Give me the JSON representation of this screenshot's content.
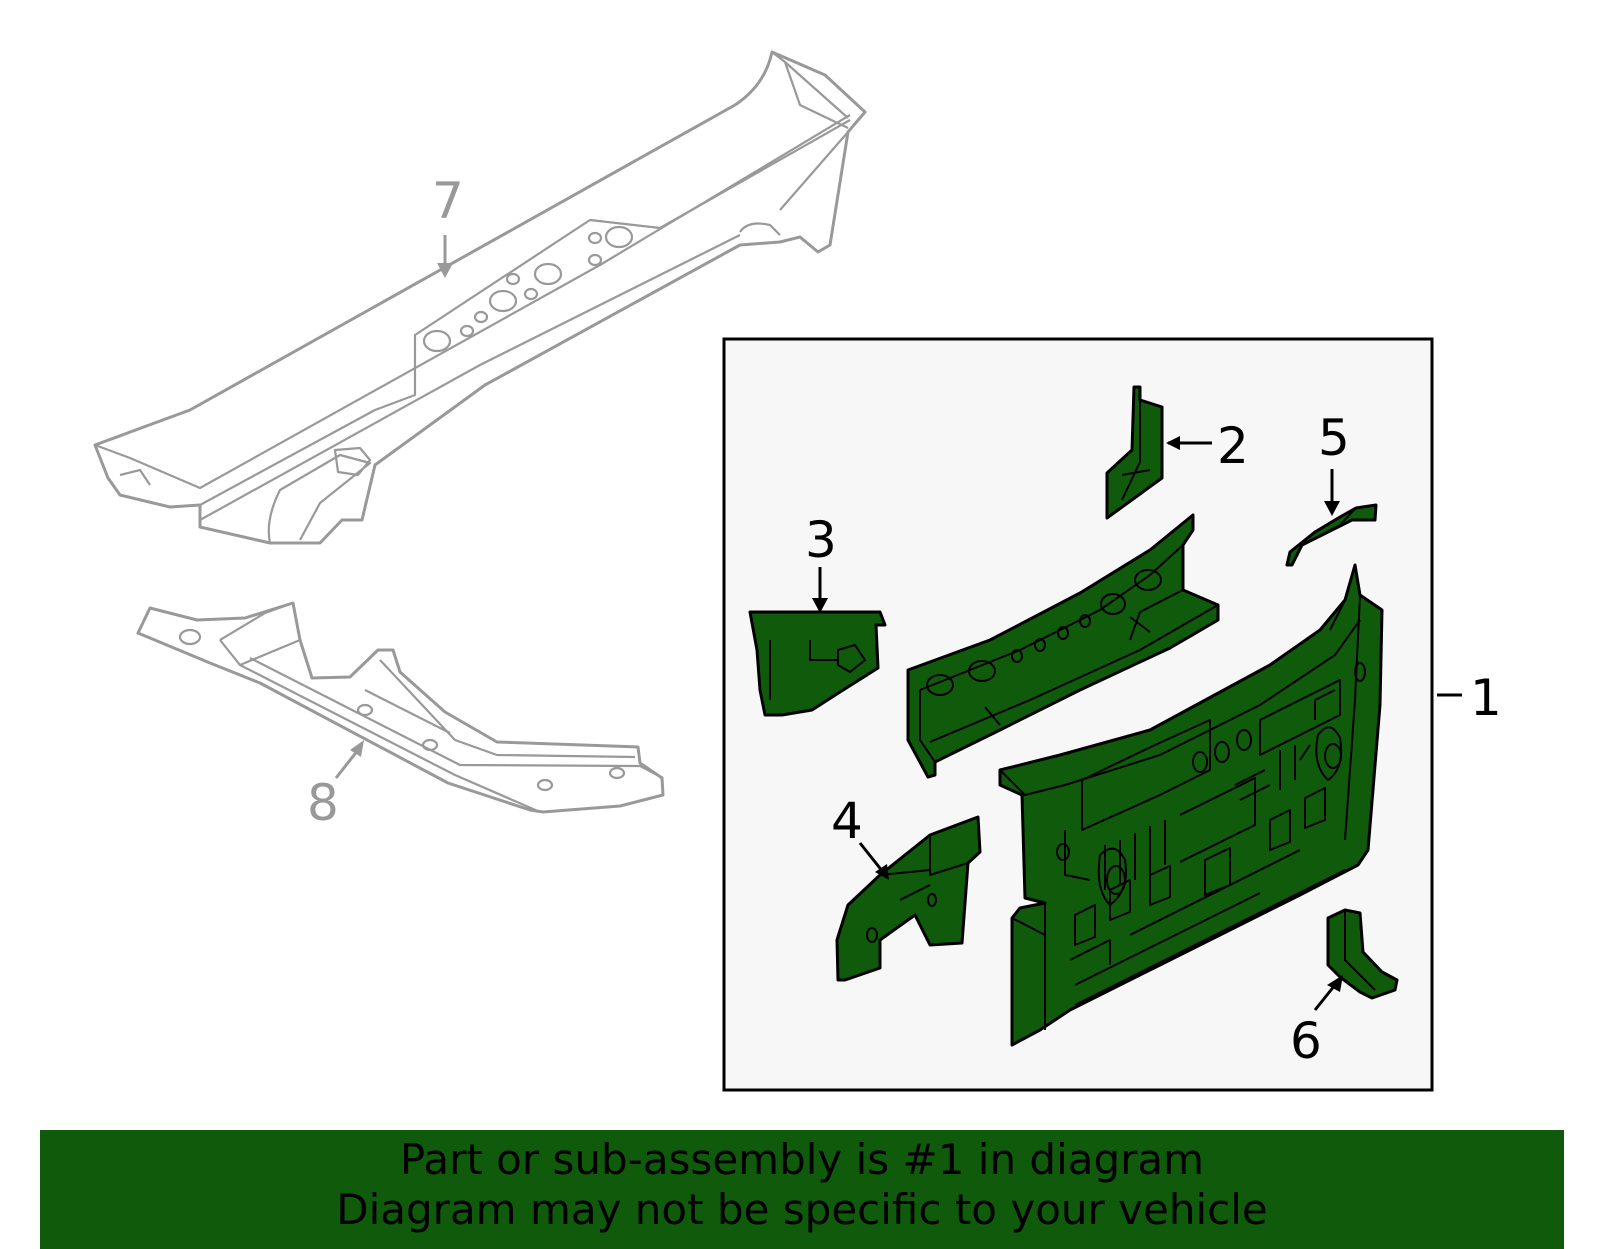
{
  "colors": {
    "part_fill": "#0f5a0b",
    "ghost_stroke": "#999999",
    "inset_background": "#f7f7f7",
    "banner_background": "#0f5a0b",
    "text": "#000000"
  },
  "callouts": {
    "c1": "1",
    "c2": "2",
    "c3": "3",
    "c4": "4",
    "c5": "5",
    "c6": "6",
    "c7": "7",
    "c8": "8"
  },
  "banner": {
    "line1": "Part or sub-assembly is #1 in diagram",
    "line2": "Diagram may not be specific to your vehicle"
  }
}
